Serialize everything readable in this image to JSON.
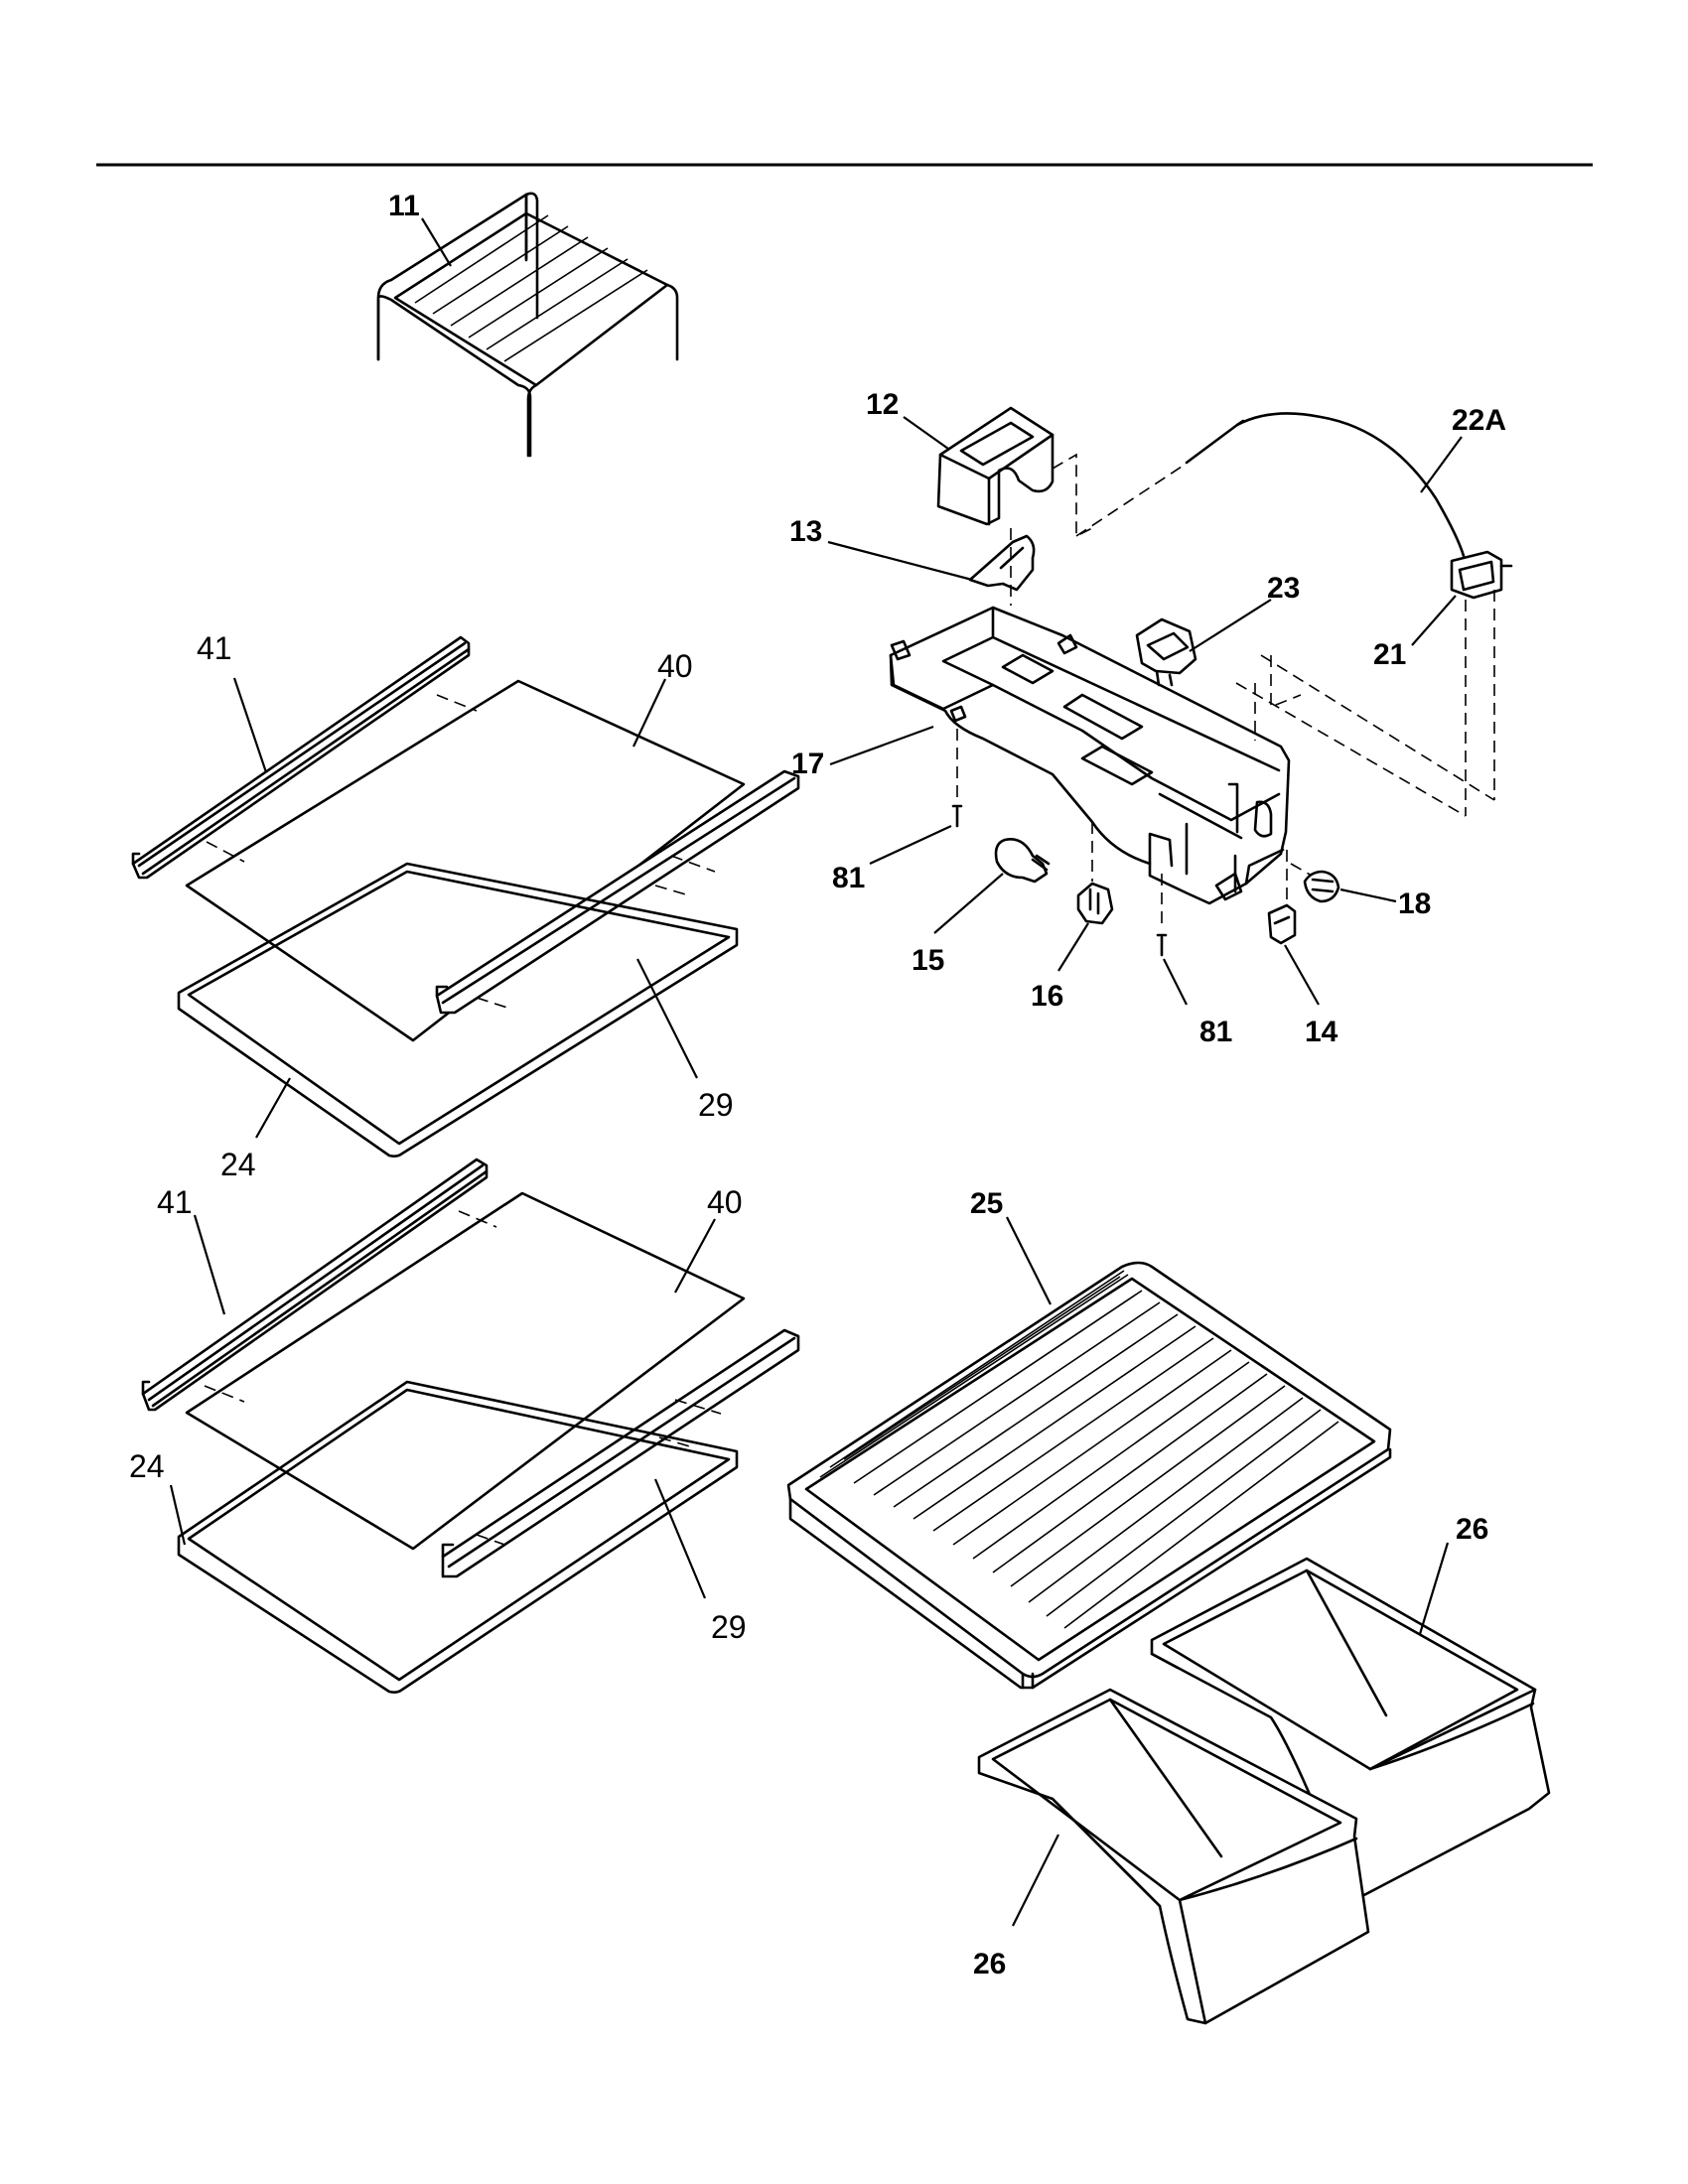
{
  "callouts": {
    "c11": "11",
    "c12": "12",
    "c13": "13",
    "c14": "14",
    "c15": "15",
    "c16": "16",
    "c17": "17",
    "c18": "18",
    "c21": "21",
    "c22a": "22A",
    "c23": "23",
    "c81a": "81",
    "c81b": "81",
    "c41a": "41",
    "c40a": "40",
    "c29a": "29",
    "c24a": "24",
    "c41b": "41",
    "c40b": "40",
    "c29b": "29",
    "c24b": "24",
    "c25": "25",
    "c26a": "26",
    "c26b": "26"
  }
}
